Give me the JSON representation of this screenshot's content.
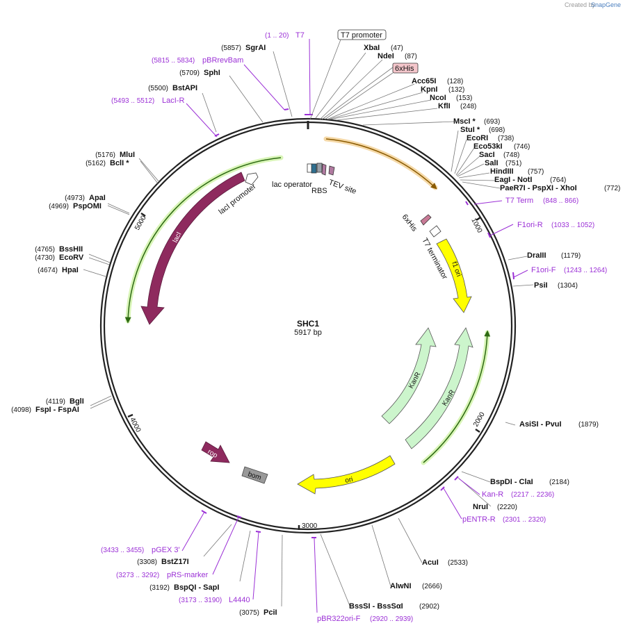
{
  "credit": {
    "created_by": "Created by",
    "brand": "SnapGene"
  },
  "plasmid": {
    "name": "SHC1",
    "size": "5917 bp"
  },
  "ticks": [
    "1000",
    "2000",
    "3000",
    "4000",
    "5000"
  ],
  "top_features": [
    {
      "range": "(1 .. 20)",
      "name": "T7"
    },
    {
      "name": "T7 promoter"
    },
    {
      "name": "6xHis"
    }
  ],
  "enzymes": [
    {
      "num": "(5857)",
      "name": "SgrAI"
    },
    {
      "num": "(5709)",
      "name": "SphI"
    },
    {
      "num": "(5500)",
      "name": "BstAPI"
    },
    {
      "num": "(5176)",
      "name": "MluI"
    },
    {
      "num": "(5162)",
      "name": "BclI *"
    },
    {
      "num": "(4973)",
      "name": "ApaI"
    },
    {
      "num": "(4969)",
      "name": "PspOMI"
    },
    {
      "num": "(4765)",
      "name": "BssHII"
    },
    {
      "num": "(4730)",
      "name": "EcoRV"
    },
    {
      "num": "(4674)",
      "name": "HpaI"
    },
    {
      "num": "(4119)",
      "name": "BglI"
    },
    {
      "num": "(4098)",
      "name": "FspI - FspAI"
    },
    {
      "num": "(3308)",
      "name": "BstZ17I"
    },
    {
      "num": "(3192)",
      "name": "BspQI - SapI"
    },
    {
      "num": "(3075)",
      "name": "PciI"
    },
    {
      "name": "XbaI",
      "num": "(47)"
    },
    {
      "name": "NdeI",
      "num": "(87)"
    },
    {
      "name": "Acc65I",
      "num": "(128)"
    },
    {
      "name": "KpnI",
      "num": "(132)"
    },
    {
      "name": "NcoI",
      "num": "(153)"
    },
    {
      "name": "KflI",
      "num": "(248)"
    },
    {
      "name": "MscI *",
      "num": "(693)"
    },
    {
      "name": "StuI *",
      "num": "(698)"
    },
    {
      "name": "EcoRI",
      "num": "(738)"
    },
    {
      "name": "Eco53kI",
      "num": "(746)"
    },
    {
      "name": "SacI",
      "num": "(748)"
    },
    {
      "name": "SalI",
      "num": "(751)"
    },
    {
      "name": "HindIII",
      "num": "(757)"
    },
    {
      "name": "EagI - NotI",
      "num": "(764)"
    },
    {
      "name": "PaeR7I - PspXI - XhoI",
      "num": "(772)"
    },
    {
      "name": "DraIII",
      "num": "(1179)"
    },
    {
      "name": "PsiI",
      "num": "(1304)"
    },
    {
      "name": "AsiSI - PvuI",
      "num": "(1879)"
    },
    {
      "name": "BspDI - ClaI",
      "num": "(2184)"
    },
    {
      "name": "NruI",
      "num": "(2220)"
    },
    {
      "name": "AcuI",
      "num": "(2533)"
    },
    {
      "name": "AlwNI",
      "num": "(2666)"
    },
    {
      "name": "BssSI - BssSαI",
      "num": "(2902)"
    }
  ],
  "primers": [
    {
      "range": "(5815 .. 5834)",
      "name": "pBRrevBam"
    },
    {
      "range": "(5493 .. 5512)",
      "name": "LacI-R"
    },
    {
      "name": "T7 Term",
      "range": "(848 .. 866)"
    },
    {
      "name": "F1ori-R",
      "range": "(1033 .. 1052)"
    },
    {
      "name": "F1ori-F",
      "range": "(1243 .. 1264)"
    },
    {
      "name": "Kan-R",
      "range": "(2217 .. 2236)"
    },
    {
      "name": "pENTR-R",
      "range": "(2301 .. 2320)"
    },
    {
      "range": "(3433 .. 3455)",
      "name": "pGEX 3'"
    },
    {
      "range": "(3273 .. 3292)",
      "name": "pRS-marker"
    },
    {
      "range": "(3173 .. 3190)",
      "name": "L4440"
    },
    {
      "name": "pBR322ori-F",
      "range": "(2920 .. 2939)"
    }
  ],
  "inner_features": {
    "lac_operator": "lac operator",
    "rbs": "RBS",
    "tev_site": "TEV site",
    "laci_promoter": "lacI promoter",
    "laci": "lacI",
    "his_tag": "6xHis",
    "t7_terminator": "T7 terminator",
    "f1_ori": "f1 ori",
    "kanr_1": "KanR",
    "kanr_2": "KanR",
    "ori": "ori",
    "rop": "rop",
    "bom": "bom"
  },
  "colors": {
    "backbone": "#222222",
    "primer": "#9b30d6",
    "laci": "#8e2a5e",
    "f1_ori": "#ffff00",
    "kanr": "#ccf5cc",
    "orf_green": "#3f8f1f",
    "orf_orange": "#e28a00",
    "bom": "#999999",
    "his_badge": "#f4c6cb"
  }
}
